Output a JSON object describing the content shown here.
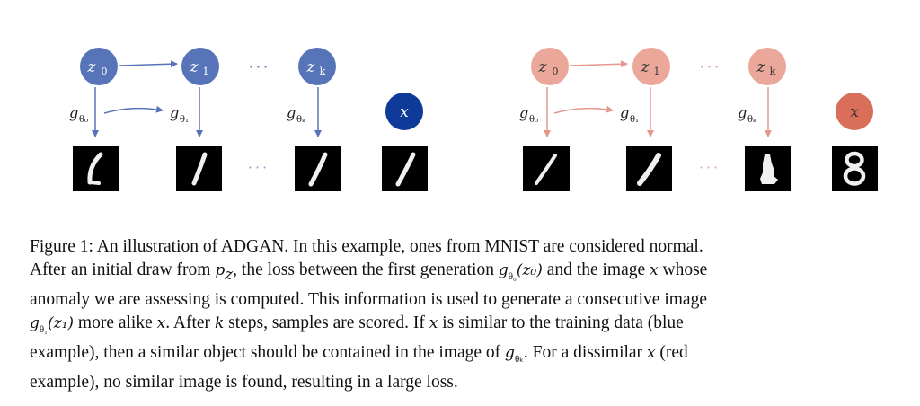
{
  "diagram": {
    "blue": {
      "nodes": {
        "z0": "z",
        "z0_sub": "0",
        "z1": "z",
        "z1_sub": "1",
        "zk": "z",
        "zk_sub": "k",
        "x": "x"
      },
      "gen_labels": {
        "g0": "g",
        "g0_sub": "θ₀",
        "g1": "g",
        "g1_sub": "θ₁",
        "gk": "g",
        "gk_sub": "θₖ"
      },
      "ellipsis": "···",
      "colors": {
        "node": "#5874b8",
        "x_node": "#0e3a9a",
        "arrow": "#5874b8",
        "text": "#ffffff"
      }
    },
    "red": {
      "nodes": {
        "z0": "z",
        "z0_sub": "0",
        "z1": "z",
        "z1_sub": "1",
        "zk": "z",
        "zk_sub": "k",
        "x": "x"
      },
      "gen_labels": {
        "g0": "g",
        "g0_sub": "θ₀",
        "g1": "g",
        "g1_sub": "θ₁",
        "gk": "g",
        "gk_sub": "θₖ"
      },
      "ellipsis": "···",
      "colors": {
        "node": "#eba79a",
        "x_node": "#d96f5b",
        "arrow": "#e2988a",
        "text": "#333333"
      }
    }
  },
  "caption": {
    "l1": "Figure 1: An illustration of ADGAN. In this example, ones from MNIST are considered normal.",
    "l2a": "After an initial draw from ",
    "l2_pz": "p",
    "l2_pz_sub": "z",
    "l2b": ", the loss between the first generation ",
    "l2_g": "g",
    "l2_g_sub": "θ₀",
    "l2_arg": "(z₀)",
    "l2c": " and the image ",
    "l2_x": "x",
    "l2d": " whose",
    "l3": "anomaly we are assessing is computed. This information is used to generate a consecutive image",
    "l4_g": "g",
    "l4_g_sub": "θ₁",
    "l4_arg": "(z₁)",
    "l4a": " more alike ",
    "l4_x": "x",
    "l4b": ". After ",
    "l4_k": "k",
    "l4c": " steps, samples are scored. If ",
    "l4_x2": "x",
    "l4d": " is similar to the training data (blue",
    "l5a": "example), then a similar object should be contained in the image of ",
    "l5_g": "g",
    "l5_g_sub": "θₖ",
    "l5b": ". For a dissimilar ",
    "l5_x": "x",
    "l5c": " (red",
    "l6": "example), no similar image is found, resulting in a large loss."
  }
}
